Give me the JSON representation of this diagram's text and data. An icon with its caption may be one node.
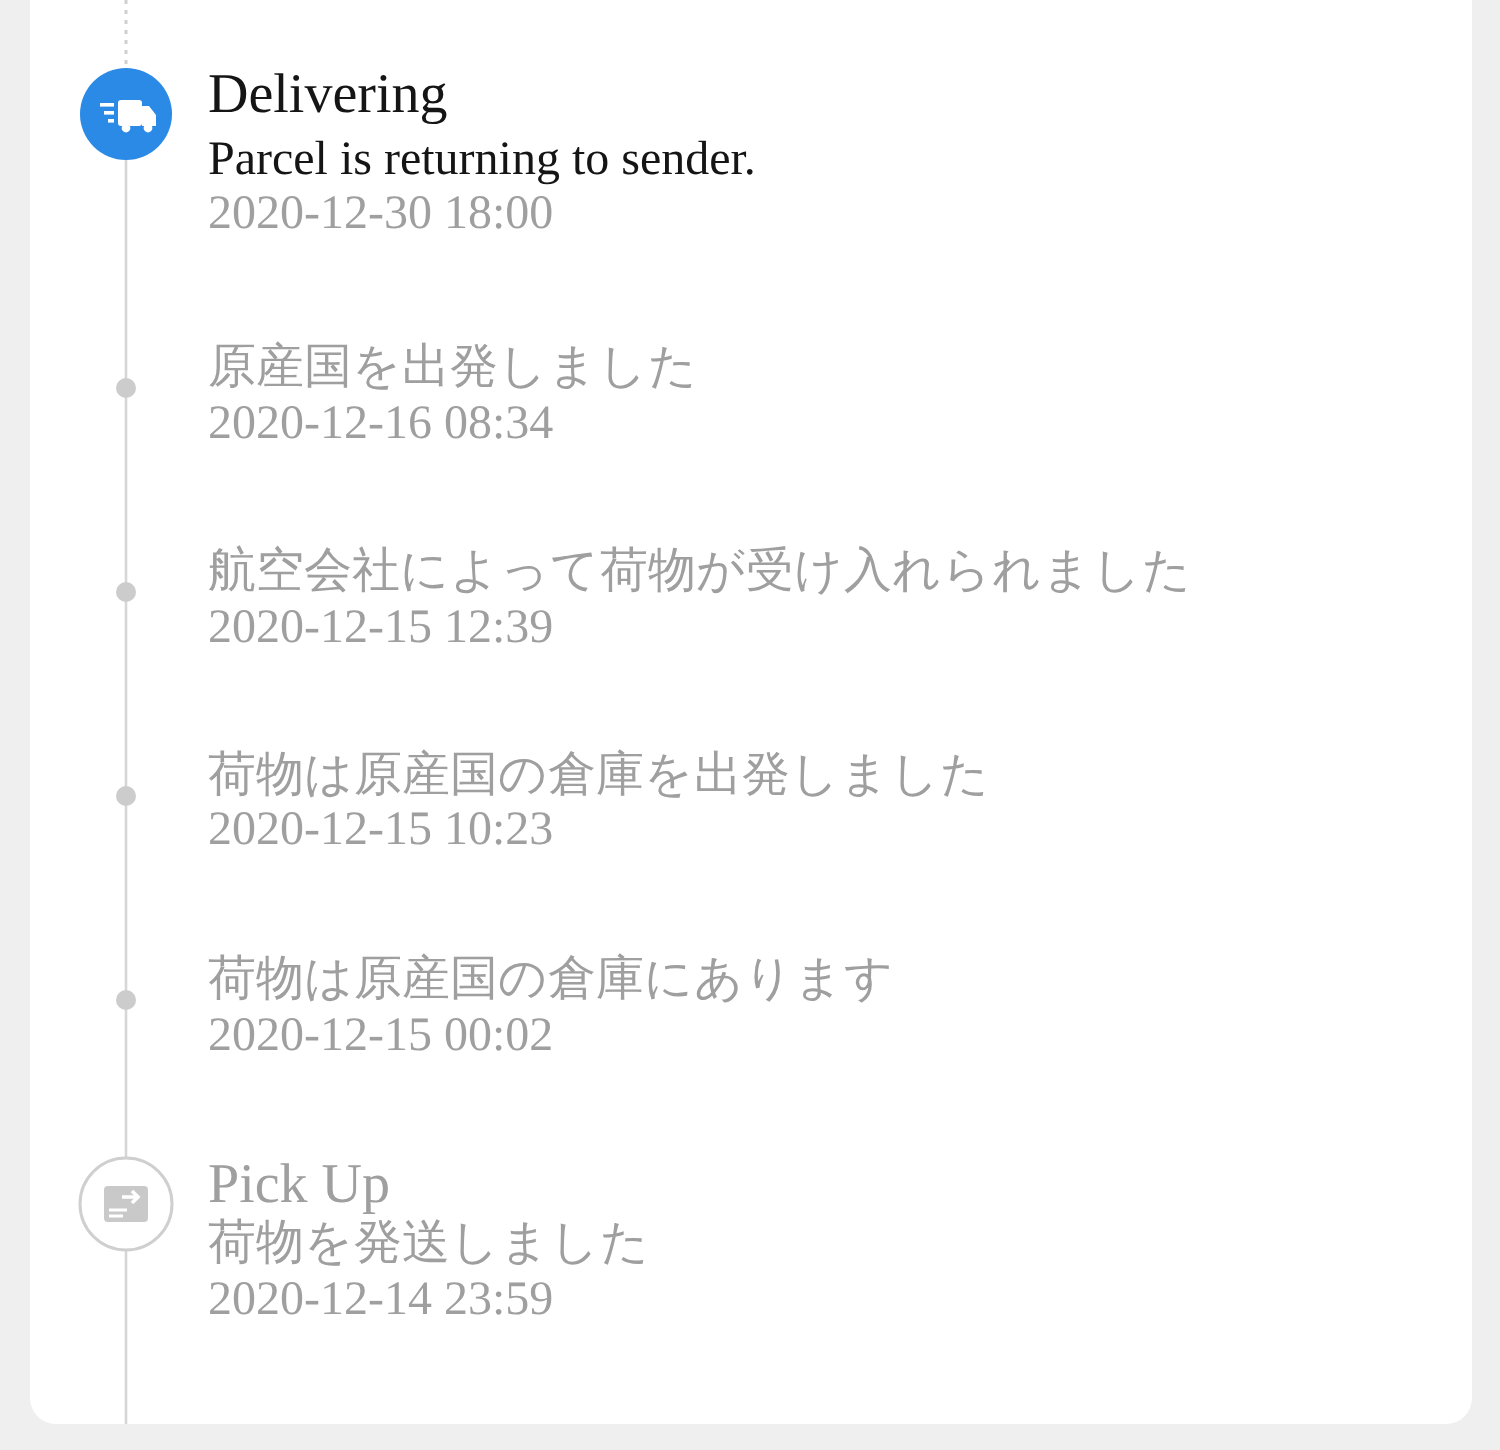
{
  "diagram": {
    "labels": [
      "Delivering",
      "Parcel is returning to sender.",
      "2020-12-30 18:00",
      "原産国を出発しました",
      "2020-12-16 08:34",
      "航空会社によって荷物が受け入れられました",
      "2020-12-15 12:39",
      "荷物は原産国の倉庫を出発しました",
      "2020-12-15 10:23",
      "荷物は原産国の倉庫にあります",
      "2020-12-15 00:02",
      "Pick Up",
      "荷物を発送しました",
      "2020-12-14 23:59"
    ]
  }
}
